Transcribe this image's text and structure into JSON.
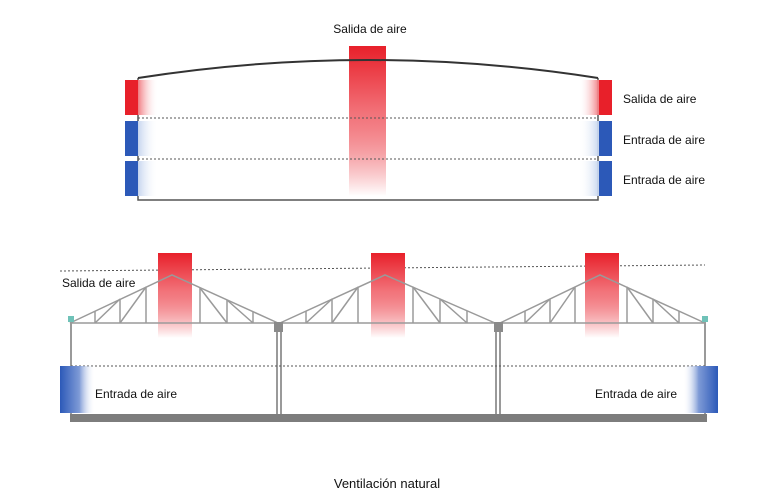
{
  "colors": {
    "outlet_red": "#e8202a",
    "inlet_blue": "#2c59b8",
    "structure": "#9a9a9a",
    "roof_line": "#333333"
  },
  "top_diagram": {
    "top_label": "Salida de aire",
    "right_labels": [
      "Salida de aire",
      "Entrada de aire",
      "Entrada de aire"
    ]
  },
  "bottom_diagram": {
    "outlet_label": "Salida de aire",
    "inlet_left_label": "Entrada de aire",
    "inlet_right_label": "Entrada de aire"
  },
  "caption": "Ventilación natural"
}
